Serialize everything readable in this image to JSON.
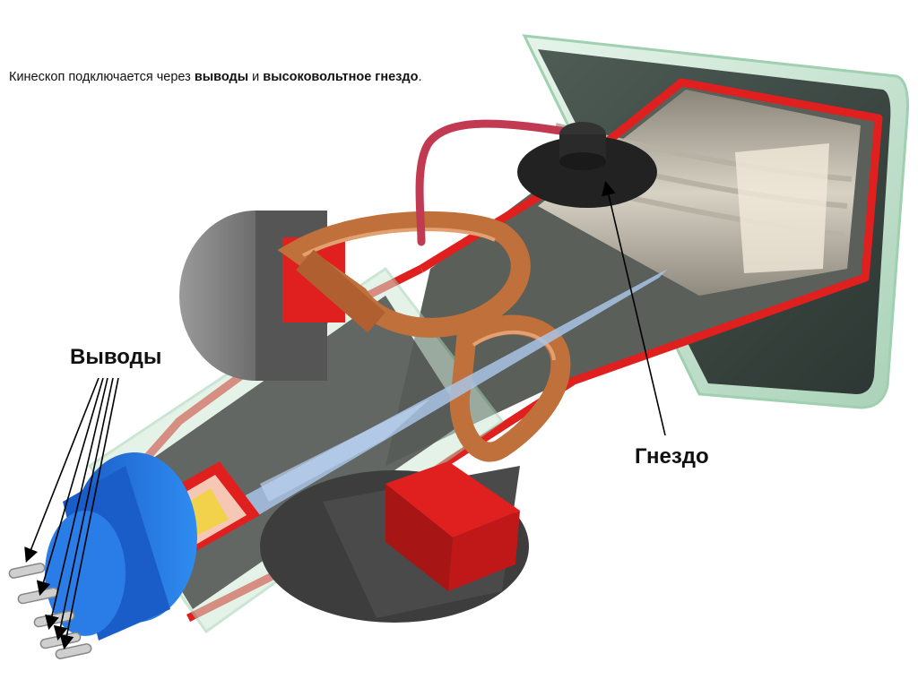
{
  "caption": {
    "prefix": "Кинескоп подключается через ",
    "term1": "выводы",
    "middle": " и ",
    "term2": "высоковольтное гнездо",
    "suffix": "."
  },
  "labels": {
    "pins": "Выводы",
    "socket": "Гнездо"
  },
  "colors": {
    "glass": "#cfe8d6",
    "glass_edge": "#9fd0b0",
    "inner_coating": "#e0201e",
    "screen_dark": "#3c4a44",
    "coil_copper": "#c0703a",
    "base_blue": "#1e6fd9",
    "beam": "#a9c4e6",
    "socket_cap": "#222222",
    "cable": "#c23a52",
    "yoke_gray": "#6b6b6b"
  },
  "icons": {
    "base": "tube-base-icon",
    "socket": "anode-socket-icon",
    "pins": "pin-icon"
  }
}
